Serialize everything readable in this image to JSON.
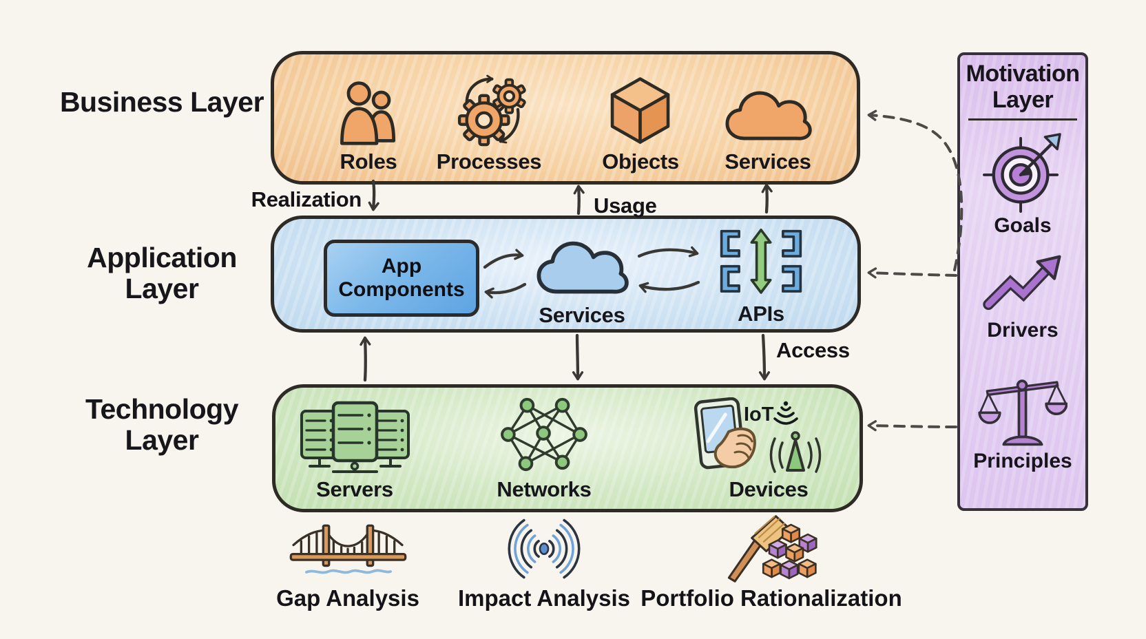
{
  "palette": {
    "background": "#f8f5ee",
    "outline": "#2e2b27",
    "business_fill": "#f6d2a4",
    "application_fill": "#cfe3f3",
    "technology_fill": "#d2e8c4",
    "motivation_fill": "#ddc6ef",
    "accent_orange": "#f0a668",
    "accent_blue": "#74b3e3",
    "accent_green": "#8cc87e",
    "accent_purple": "#a973cf",
    "arrow_color": "#3a3835"
  },
  "business_layer": {
    "label": "Business Layer",
    "items": [
      {
        "name": "Roles",
        "icon": "people-icon"
      },
      {
        "name": "Processes",
        "icon": "gears-icon"
      },
      {
        "name": "Objects",
        "icon": "cube-icon"
      },
      {
        "name": "Services",
        "icon": "cloud-icon"
      }
    ]
  },
  "application_layer": {
    "label": "Application Layer",
    "items": [
      {
        "name": "App Components",
        "icon": "component-box"
      },
      {
        "name": "Services",
        "icon": "cloud-icon"
      },
      {
        "name": "APIs",
        "icon": "api-brackets-icon"
      }
    ]
  },
  "technology_layer": {
    "label": "Technology Layer",
    "iot_label": "IoT",
    "items": [
      {
        "name": "Servers",
        "icon": "server-racks-icon"
      },
      {
        "name": "Networks",
        "icon": "network-mesh-icon"
      },
      {
        "name": "Devices",
        "icon": "mobile-iot-icon"
      }
    ]
  },
  "motivation_layer": {
    "title": "Motivation Layer",
    "items": [
      {
        "name": "Goals",
        "icon": "target-arrow-icon"
      },
      {
        "name": "Drivers",
        "icon": "growth-arrow-icon"
      },
      {
        "name": "Principles",
        "icon": "balance-scale-icon"
      }
    ]
  },
  "connections": [
    {
      "from": "Business Layer",
      "to": "Application Layer",
      "label": "Realization",
      "style": "solid"
    },
    {
      "from": "Application Layer",
      "to": "Business Layer",
      "label": "Usage",
      "style": "solid"
    },
    {
      "from": "Application Layer",
      "to": "Business Layer",
      "label": "",
      "style": "solid"
    },
    {
      "from": "Technology Layer",
      "to": "Application Layer",
      "label": "",
      "style": "solid"
    },
    {
      "from": "Application Layer",
      "to": "Technology Layer",
      "label": "",
      "style": "solid"
    },
    {
      "from": "Application Layer",
      "to": "Technology Layer",
      "label": "Access",
      "style": "solid"
    },
    {
      "from": "Motivation Layer",
      "to": "Business Layer",
      "label": "",
      "style": "dashed"
    },
    {
      "from": "Motivation Layer",
      "to": "Application Layer",
      "label": "",
      "style": "dashed"
    },
    {
      "from": "Motivation Layer",
      "to": "Technology Layer",
      "label": "",
      "style": "dashed"
    }
  ],
  "analysis_row": [
    {
      "name": "Gap Analysis",
      "icon": "bridge-icon"
    },
    {
      "name": "Impact Analysis",
      "icon": "ripple-waves-icon"
    },
    {
      "name": "Portfolio Rationalization",
      "icon": "broom-cubes-icon"
    }
  ]
}
